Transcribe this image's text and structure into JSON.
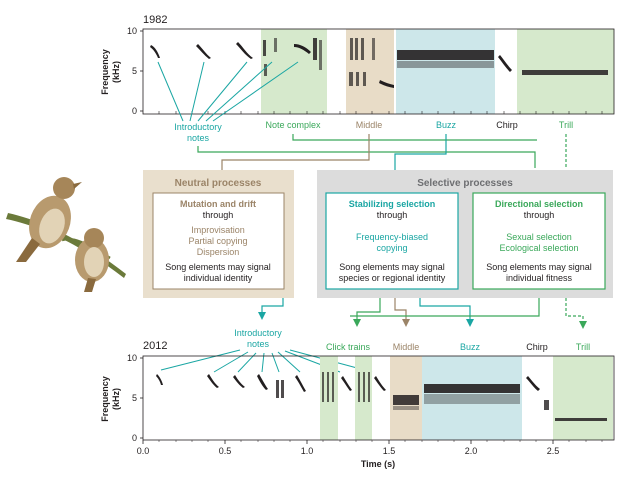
{
  "colors": {
    "teal": "#1aa6a3",
    "tan": "#9b8468",
    "green": "#3aa85a",
    "black": "#231f20",
    "note_complex_bg": "#d6e9cc",
    "middle_bg": "#e8dcc7",
    "buzz_bg": "#cde7ea",
    "trill_bg": "#d6e9cc",
    "neutral_bg": "#e9dfcd",
    "selective_bg": "#dcdcdc"
  },
  "top_panel": {
    "year": "1982",
    "y_axis_label_line1": "Frequency",
    "y_axis_label_line2": "(kHz)",
    "y_ticks": [
      "10",
      "5",
      "0"
    ],
    "labels": {
      "introductory_line1": "Introductory",
      "introductory_line2": "notes",
      "note_complex": "Note complex",
      "middle": "Middle",
      "buzz": "Buzz",
      "chirp": "Chirp",
      "trill": "Trill"
    }
  },
  "processes": {
    "neutral": {
      "title": "Neutral processes",
      "inner_title": "Mutation and drift",
      "through": "through",
      "items": [
        "Improvisation",
        "Partial copying",
        "Dispersion"
      ],
      "signal_line1": "Song elements may signal",
      "signal_line2": "individual identity"
    },
    "selective": {
      "title": "Selective processes",
      "stabilizing": {
        "title": "Stabilizing selection",
        "through": "through",
        "items": [
          "Frequency-biased",
          "copying"
        ],
        "signal_line1": "Song elements may signal",
        "signal_line2": "species or regional identity"
      },
      "directional": {
        "title": "Directional selection",
        "through": "through",
        "items": [
          "Sexual selection",
          "Ecological selection"
        ],
        "signal_line1": "Song elements may signal",
        "signal_line2": "individual fitness"
      }
    }
  },
  "bottom_panel": {
    "year": "2012",
    "y_axis_label_line1": "Frequency",
    "y_axis_label_line2": "(kHz)",
    "y_ticks": [
      "10",
      "5",
      "0"
    ],
    "x_ticks": [
      "0.0",
      "0.5",
      "1.0",
      "1.5",
      "2.0",
      "2.5"
    ],
    "x_axis_label": "Time (s)",
    "labels": {
      "introductory_line1": "Introductory",
      "introductory_line2": "notes",
      "click_trains": "Click trains",
      "middle": "Middle",
      "buzz": "Buzz",
      "chirp": "Chirp",
      "trill": "Trill"
    }
  }
}
